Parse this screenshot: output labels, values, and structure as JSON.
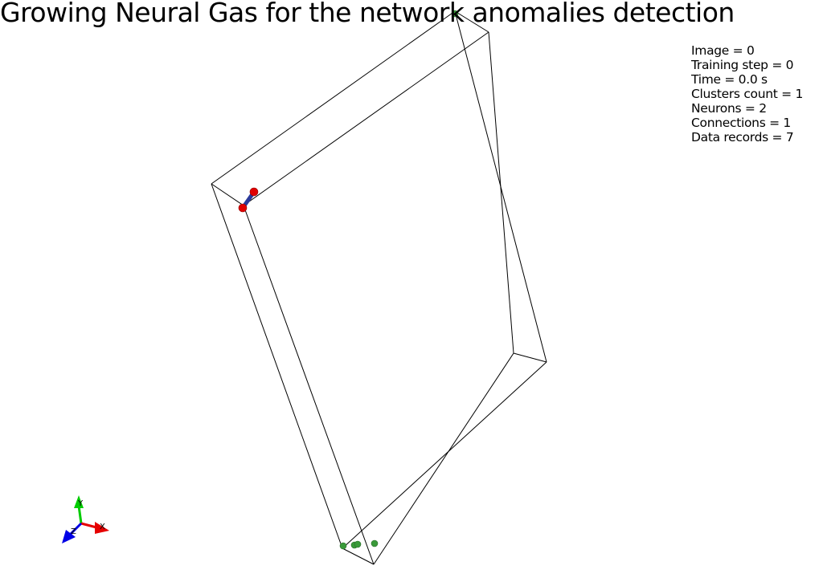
{
  "title": "Growing Neural Gas for the network anomalies detection",
  "stats": [
    {
      "label": "Image",
      "value": "0"
    },
    {
      "label": "Training step",
      "value": "0"
    },
    {
      "label": "Time",
      "value": "0.0 s"
    },
    {
      "label": "Clusters count",
      "value": "1"
    },
    {
      "label": "Neurons",
      "value": "2"
    },
    {
      "label": "Connections",
      "value": "1"
    },
    {
      "label": "Data records",
      "value": "7"
    }
  ],
  "axes": {
    "x_label": "X",
    "y_label": "Y",
    "z_label": "Z",
    "x_color": "#e60000",
    "y_color": "#00cc00",
    "z_color": "#0000e6"
  },
  "colors": {
    "neuron": "#e00000",
    "connection": "#2b3a9a",
    "data_point": "#3a9a3a",
    "box_edge": "#000000"
  }
}
